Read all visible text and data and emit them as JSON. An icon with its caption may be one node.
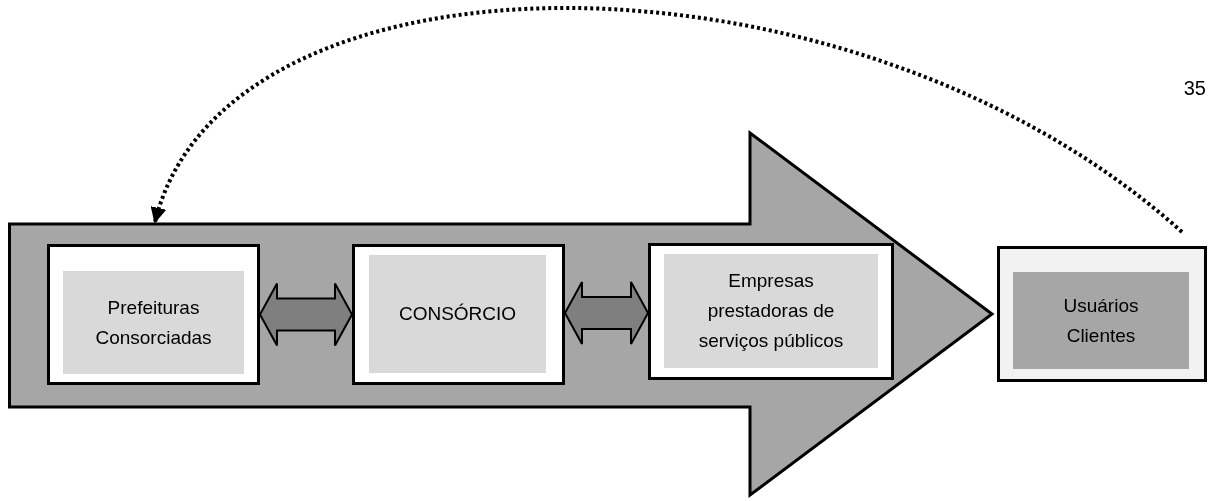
{
  "diagram": {
    "nodes": [
      {
        "text": [],
        "shape": "arrow"
      },
      {
        "text": [
          "Prefeituras Consorciadas"
        ],
        "in": 0
      },
      {
        "text": [
          "CONSÓRCIO"
        ],
        "in": 0
      },
      {
        "text": [
          "Empresas prestadoras de serviços públicos"
        ],
        "in": 0
      },
      {
        "text": [
          "Usuários Clientes"
        ]
      }
    ],
    "edges": [
      {
        "from": 4,
        "to": 0,
        "arrow": "to",
        "style": "dashed"
      },
      {
        "from": 1,
        "to": 2,
        "arrow": "both",
        "style": "thick"
      },
      {
        "from": 2,
        "to": 3,
        "arrow": "both",
        "style": "thick"
      }
    ],
    "labels": [
      "35"
    ]
  }
}
